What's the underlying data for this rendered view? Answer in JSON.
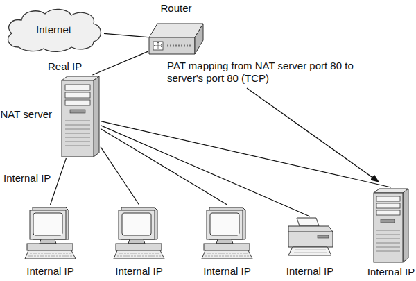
{
  "diagram": {
    "nodes": [
      {
        "text": [
          "Internet"
        ]
      },
      {
        "text": [
          "Router"
        ]
      },
      {
        "text": [
          "NAT server"
        ]
      },
      {
        "text": [
          "Internal IP"
        ]
      },
      {
        "text": [
          "Internal IP"
        ]
      },
      {
        "text": [
          "Internal IP"
        ]
      },
      {
        "text": [
          "Internal IP"
        ]
      },
      {
        "text": [
          "Internal IP"
        ]
      }
    ],
    "edges": [
      {
        "from": 0,
        "to": 1,
        "arrow": "none"
      },
      {
        "from": 1,
        "to": 2,
        "arrow": "none"
      },
      {
        "from": 2,
        "to": 3,
        "arrow": "none"
      },
      {
        "from": 2,
        "to": 4,
        "arrow": "none"
      },
      {
        "from": 2,
        "to": 5,
        "arrow": "none"
      },
      {
        "from": 2,
        "to": 6,
        "arrow": "none"
      },
      {
        "from": 2,
        "to": 7,
        "arrow": "none"
      }
    ],
    "labels": [
      "Real IP",
      "Internal IP",
      "PAT mapping from NAT server port 80 to server's port 80 (TCP)"
    ]
  }
}
